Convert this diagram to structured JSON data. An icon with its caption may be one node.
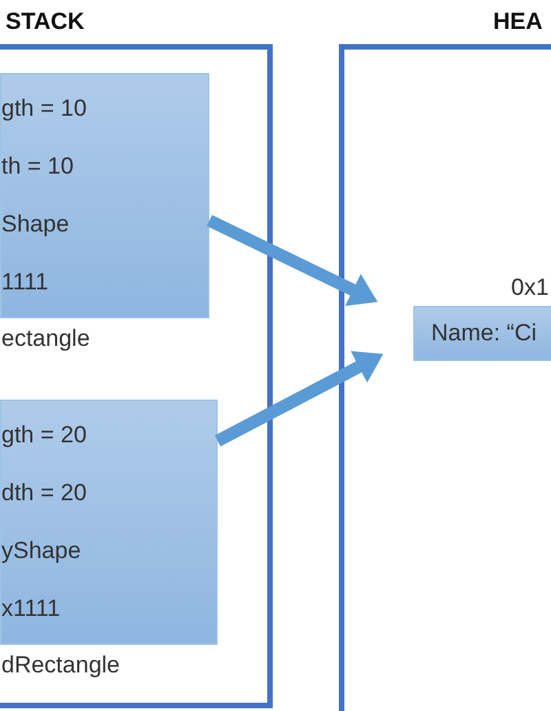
{
  "diagram": {
    "nodes": [
      {
        "text": [
          "STACK"
        ]
      },
      {
        "text": [
          "gth = 10",
          "th = 10",
          "Shape",
          "1111"
        ],
        "in": 0,
        "beside": [
          "ectangle"
        ]
      },
      {
        "text": [
          "gth = 20",
          "dth = 20",
          "yShape",
          "x1111"
        ],
        "in": 0,
        "beside": [
          "dRectangle"
        ]
      },
      {
        "text": [
          "HEA"
        ]
      },
      {
        "text": [
          "Name: “Ci"
        ],
        "in": 3,
        "beside": [
          "0x1"
        ]
      }
    ],
    "edges": [
      {
        "from": 1,
        "to": 4,
        "arrow": "to"
      },
      {
        "from": 2,
        "to": 4,
        "arrow": "to"
      }
    ]
  }
}
